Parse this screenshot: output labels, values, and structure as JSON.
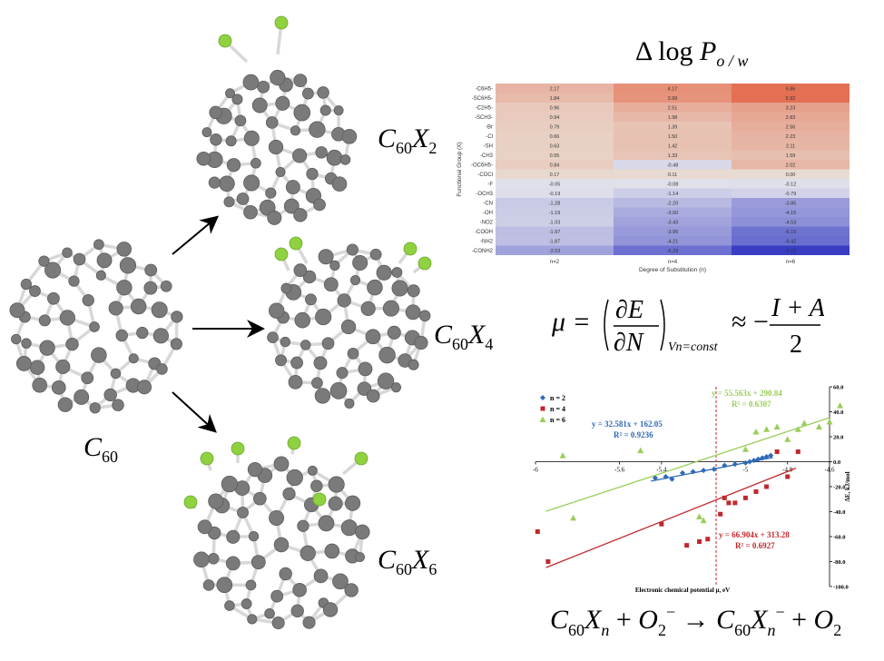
{
  "labels": {
    "c60": {
      "base": "C",
      "sub": "60"
    },
    "x2": {
      "base1": "C",
      "sub1": "60",
      "base2": "X",
      "sub2": "2"
    },
    "x4": {
      "base1": "C",
      "sub1": "60",
      "base2": "X",
      "sub2": "4"
    },
    "x6": {
      "base1": "C",
      "sub1": "60",
      "base2": "X",
      "sub2": "6"
    }
  },
  "heatmap_title": {
    "delta": "Δ",
    "log": "log",
    "P": "P",
    "sub": "o / w"
  },
  "equation_mu": {
    "lhs": "μ =",
    "num": "∂E",
    "den": "∂N",
    "cond": "Vn=const",
    "approx": "≈ −",
    "frac_num": "I + A",
    "frac_den": "2"
  },
  "equation_reaction": {
    "C": "C",
    "s60": "60",
    "X": "X",
    "n": "n",
    "plus": "+",
    "O": "O",
    "s2": "2",
    "minus": "−",
    "arrow": "→"
  },
  "colors": {
    "atom": "#7a7a7a",
    "bond": "#d8d8d8",
    "halogen": "#8fd13f",
    "blue_series": "#2e6ab5",
    "red_series": "#c0282d",
    "green_series": "#9acd5a"
  },
  "chart_data": [
    {
      "type": "heatmap",
      "ylabel": "Functional Group (X)",
      "xlabel": "Degree of Substitution (n)",
      "columns": [
        "n=2",
        "n=4",
        "n=6"
      ],
      "rows": [
        "-C6H5-",
        "-SC6H5-",
        "-C2H5-",
        "-SCH3-",
        "-Br",
        "-Cl",
        "-SH",
        "-CH3",
        "-OC6H5-",
        "-COCl",
        "-F",
        "-OCH3",
        "-CN",
        "-OH",
        "-NO2",
        "-COOH",
        "-NH2",
        "-CONH2"
      ],
      "values": [
        [
          2.17,
          4.17,
          5.86
        ],
        [
          1.84,
          3.99,
          5.92
        ],
        [
          0.96,
          2.51,
          3.23
        ],
        [
          0.94,
          1.98,
          2.83
        ],
        [
          0.79,
          1.39,
          2.56
        ],
        [
          0.66,
          1.5,
          2.23
        ],
        [
          0.63,
          1.42,
          2.11
        ],
        [
          0.55,
          1.33,
          1.59
        ],
        [
          0.84,
          -0.48,
          2.02
        ],
        [
          0.17,
          0.11,
          0.0
        ],
        [
          -0.05,
          -0.08,
          -0.12
        ],
        [
          -0.19,
          -1.14,
          -0.79
        ],
        [
          -1.28,
          -2.2,
          -3.85
        ],
        [
          -1.19,
          -3.0,
          -4.15
        ],
        [
          -1.03,
          -3.43,
          -4.53
        ],
        [
          -1.97,
          -3.95,
          -6.15
        ],
        [
          -1.87,
          -4.21,
          -6.42
        ],
        [
          -3.53,
          -6.29,
          -9.12
        ]
      ]
    },
    {
      "type": "scatter",
      "xlabel": "Electronic chemical potential μ, eV",
      "ylabel": "ΔE, kJ/mol",
      "xlim": [
        -6,
        -4.6
      ],
      "ylim": [
        -100,
        60
      ],
      "xticks": [
        "-6",
        "-5.6",
        "-5.4",
        "-5",
        "-4.8",
        "-4.6"
      ],
      "xtick_values": [
        -6,
        -5.6,
        -5.4,
        -5.0,
        -4.8,
        -4.6
      ],
      "yticks": [
        "60.0",
        "40.0",
        "20.0",
        "0.0",
        "-20.0",
        "-40.0",
        "-60.0",
        "-80.0",
        "-100.0"
      ],
      "ytick_values": [
        60,
        40,
        20,
        0,
        -20,
        -40,
        -60,
        -80,
        -100
      ],
      "dashed_vline_x": -5.14,
      "series": [
        {
          "name": "n = 2",
          "marker": "diamond",
          "color": "#2e6ab5",
          "fit": {
            "equation": "y = 32.581x + 162.05",
            "r2": "R² = 0.9236",
            "slope": 32.581,
            "intercept": 162.05,
            "x_range": [
              -5.45,
              -4.87
            ]
          },
          "x": [
            -5.43,
            -5.38,
            -5.35,
            -5.3,
            -5.25,
            -5.2,
            -5.15,
            -5.1,
            -5.05,
            -5.0,
            -4.98,
            -4.96,
            -4.94,
            -4.92,
            -4.9,
            -4.88
          ],
          "y": [
            -13,
            -12,
            -14,
            -9,
            -8,
            -7,
            -6,
            -3,
            -2,
            -1,
            0,
            1,
            2,
            3,
            4,
            5
          ]
        },
        {
          "name": "n = 4",
          "marker": "square",
          "color": "#c0282d",
          "fit": {
            "equation": "y = 66.904x + 313.28",
            "r2": "R² = 0.6927",
            "slope": 66.904,
            "intercept": 313.28,
            "x_range": [
              -5.95,
              -4.76
            ]
          },
          "x": [
            -5.99,
            -5.94,
            -5.4,
            -5.28,
            -5.22,
            -5.18,
            -5.12,
            -5.1,
            -5.08,
            -5.05,
            -5.0,
            -4.95,
            -4.9,
            -4.85,
            -4.8,
            -4.75
          ],
          "y": [
            -56,
            -80,
            -50,
            -67,
            -64,
            -62,
            -42,
            -29,
            -33,
            -33,
            -29,
            -24,
            -20,
            8,
            -12,
            8
          ]
        },
        {
          "name": "n = 6",
          "marker": "triangle",
          "color": "#9acd5a",
          "fit": {
            "equation": "y = 55.563x + 290.84",
            "r2": "R² = 0.6307",
            "slope": 55.563,
            "intercept": 290.84,
            "x_range": [
              -5.95,
              -4.6
            ]
          },
          "x": [
            -5.87,
            -5.82,
            -5.5,
            -5.22,
            -5.2,
            -5.0,
            -4.95,
            -4.9,
            -4.85,
            -4.8,
            -4.75,
            -4.72,
            -4.65,
            -4.6,
            -4.55
          ],
          "y": [
            5,
            -45,
            9,
            -44,
            -47,
            10,
            24,
            26,
            28,
            18,
            26,
            31,
            28,
            32,
            45
          ]
        }
      ]
    }
  ]
}
